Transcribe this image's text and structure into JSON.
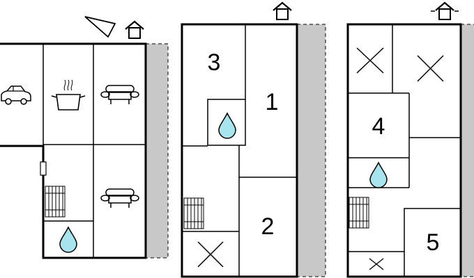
{
  "colors": {
    "wall": "#000000",
    "terrace": "#c8c8c8",
    "water": "#a8e4ee",
    "background": "#ffffff"
  },
  "icons": [
    "compass-arrow-icon",
    "house-level-icon",
    "car-icon",
    "cooking-pot-icon",
    "sofa-icon",
    "radiator-icon",
    "water-drop-icon",
    "cross-mark-icon",
    "door-icon"
  ],
  "floors": [
    {
      "id": "ground-floor",
      "rooms": []
    },
    {
      "id": "first-floor",
      "rooms": [
        {
          "id": "bedroom-3",
          "number": "3"
        },
        {
          "id": "bedroom-1",
          "number": "1"
        },
        {
          "id": "bedroom-2",
          "number": "2"
        }
      ]
    },
    {
      "id": "second-floor",
      "rooms": [
        {
          "id": "bedroom-4",
          "number": "4"
        },
        {
          "id": "bedroom-5",
          "number": "5"
        }
      ]
    }
  ]
}
